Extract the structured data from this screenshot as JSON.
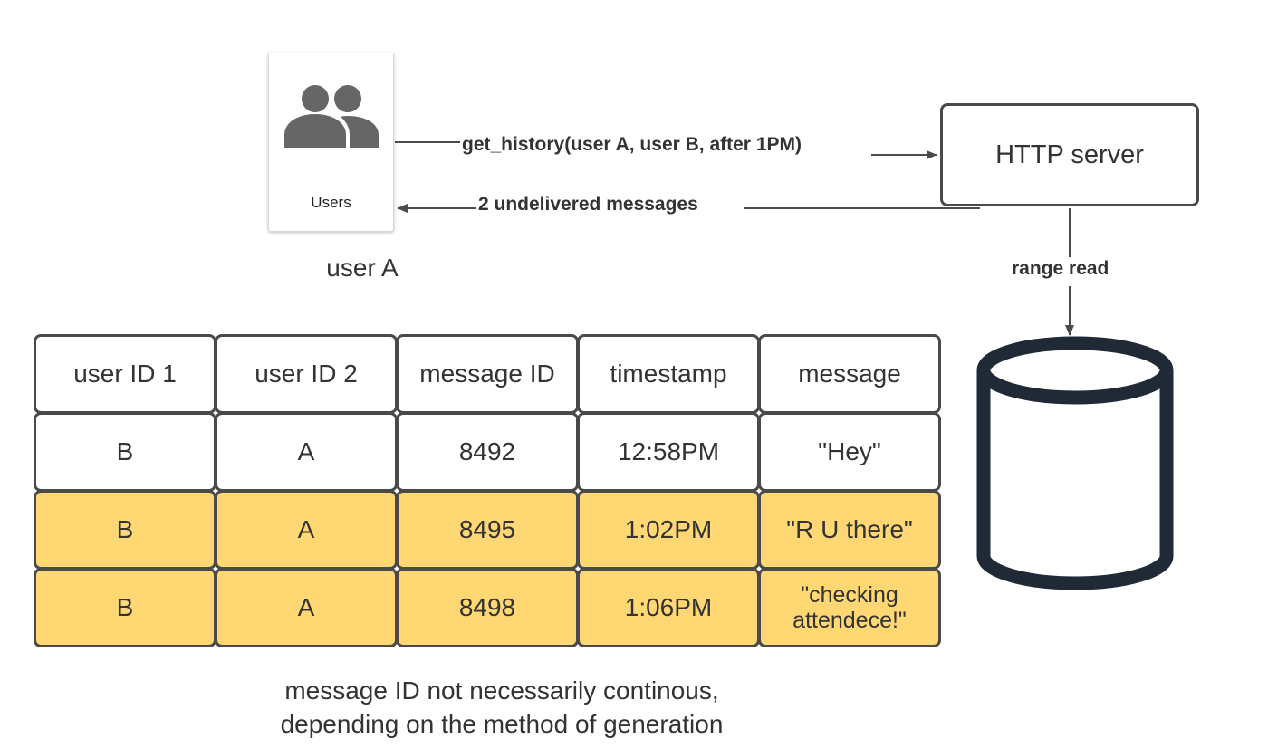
{
  "users_card": {
    "label": "Users"
  },
  "user_a_caption": "user A",
  "server": {
    "label": "HTTP server"
  },
  "arrows": {
    "request_label": "get_history(user A, user B, after 1PM)",
    "response_label": "2 undelivered messages",
    "range_read_label": "range read"
  },
  "table": {
    "headers": [
      "user ID 1",
      "user ID 2",
      "message ID",
      "timestamp",
      "message"
    ],
    "rows": [
      {
        "highlighted": false,
        "cells": [
          "B",
          "A",
          "8492",
          "12:58PM",
          "\"Hey\""
        ]
      },
      {
        "highlighted": true,
        "cells": [
          "B",
          "A",
          "8495",
          "1:02PM",
          "\"R U there\""
        ]
      },
      {
        "highlighted": true,
        "cells": [
          "B",
          "A",
          "8498",
          "1:06PM",
          "\"checking attendece!\""
        ]
      }
    ]
  },
  "footnote": {
    "line1": "message ID not necessarily continous,",
    "line2": "depending on the method of generation"
  },
  "colors": {
    "highlight": "#ffd874",
    "border": "#4a4a4a",
    "database": "#1f2a36"
  }
}
